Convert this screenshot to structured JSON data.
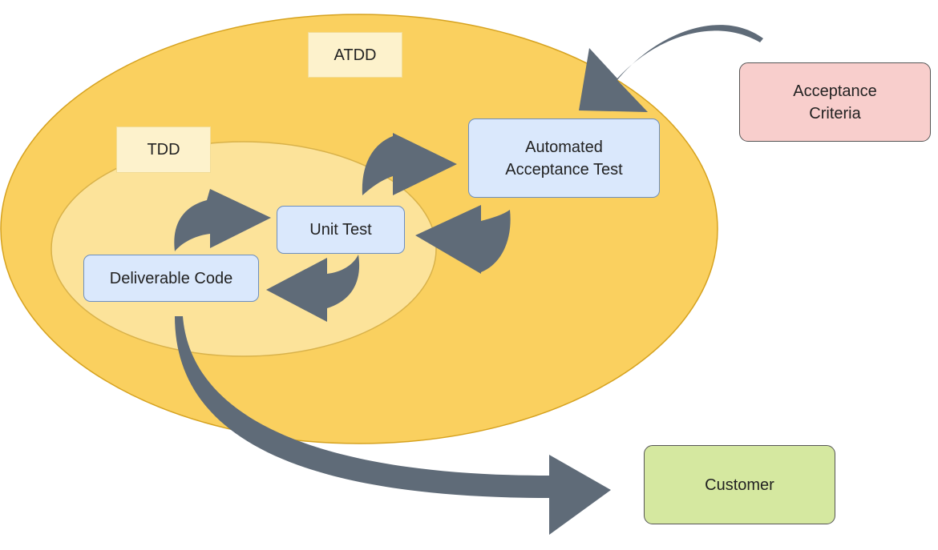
{
  "colors": {
    "outer_ellipse": "#fad05f",
    "inner_ellipse": "#fce39a",
    "arrow": "#5f6b78",
    "node_fill": "#dae8fc",
    "node_border": "#6c8ebf",
    "criteria_fill": "#f8cecc",
    "customer_fill": "#d5e8a0"
  },
  "labels": {
    "atdd": "ATDD",
    "tdd": "TDD"
  },
  "nodes": {
    "acceptance_criteria": "Acceptance\nCriteria",
    "automated_acceptance_test": "Automated\nAcceptance Test",
    "unit_test": "Unit Test",
    "deliverable_code": "Deliverable Code",
    "customer": "Customer"
  }
}
